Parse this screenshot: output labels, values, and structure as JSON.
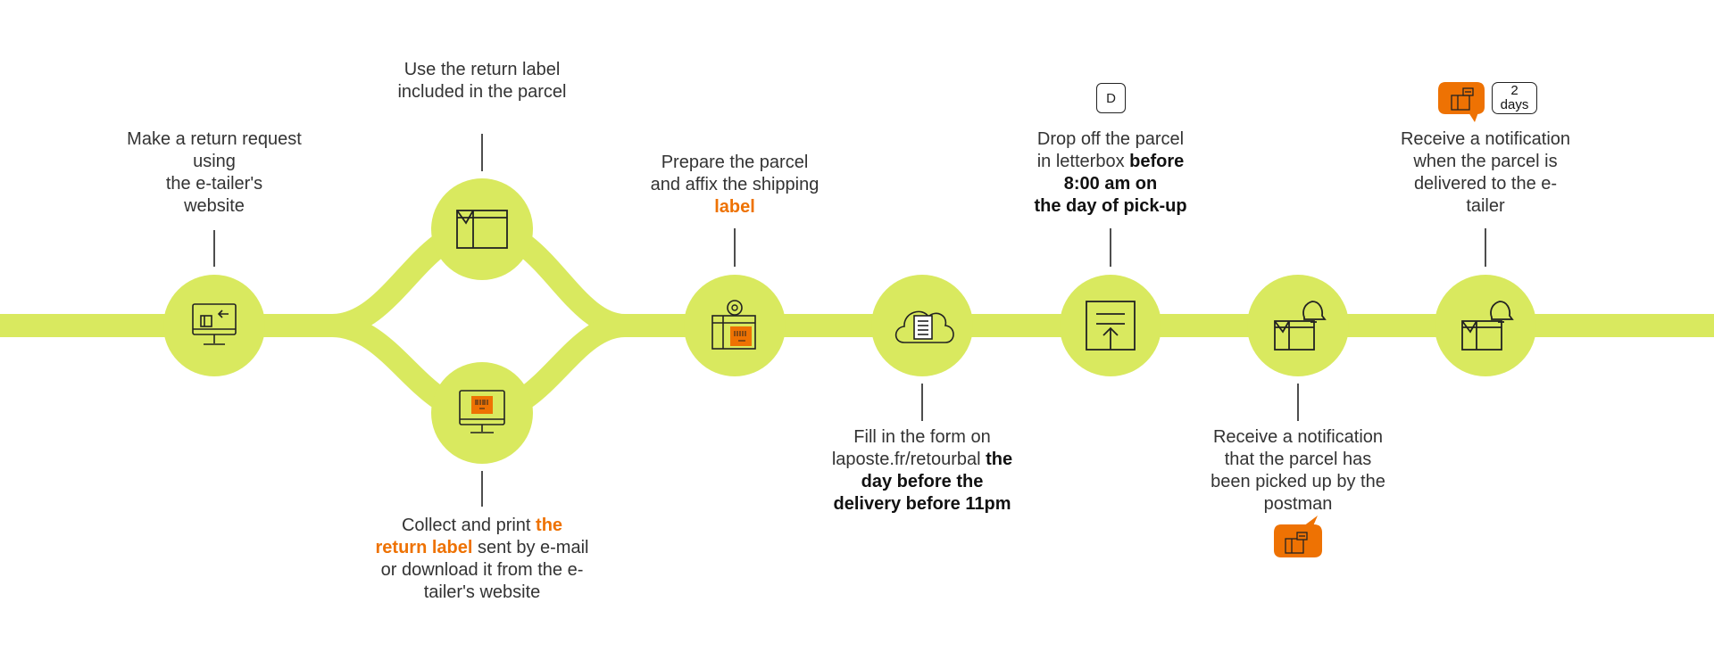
{
  "colors": {
    "track": "#d9e95f",
    "accent": "#ee7203",
    "icon": "#222222",
    "text": "#333333"
  },
  "steps": {
    "request": {
      "l1": "Make a return request",
      "l2": "using",
      "l3": "the e-tailer's",
      "l4": "website",
      "icon": "computer-return-icon"
    },
    "use_label": {
      "l1": "Use the return label",
      "l2": "included in the parcel",
      "icon": "open-box-icon"
    },
    "print_label": {
      "p1": "Collect and print ",
      "p1_hl": "the",
      "p2_hl": "return label",
      "p2": " sent by e-mail",
      "l3": "or download it from the e-",
      "l4": "tailer's website",
      "icon": "computer-label-icon"
    },
    "prepare": {
      "l1": "Prepare the parcel",
      "l2": "and affix the shipping",
      "l3_hl": "label",
      "icon": "parcel-label-icon"
    },
    "form": {
      "l1": "Fill in the form on",
      "l2": "laposte.fr/retourbal",
      "l2_b": " the",
      "l3_b": "day before the",
      "l4_b": "delivery before 11pm",
      "icon": "cloud-document-icon"
    },
    "dropoff": {
      "badge": "D",
      "l1": "Drop off the parcel",
      "l2": "in letterbox ",
      "l2_b": "before",
      "l3_b": "8:00 am on",
      "l4_b": "the day of pick-up",
      "icon": "letterbox-icon"
    },
    "pickup_notice": {
      "l1": "Receive a notification",
      "l2": "that the parcel has",
      "l3": "been picked up by the",
      "l4": "postman",
      "icon": "box-bell-icon"
    },
    "delivered_notice": {
      "badge_num": "2",
      "badge_unit": "days",
      "l1": "Receive a notification",
      "l2": "when the parcel is",
      "l3": "delivered to the e-",
      "l4": "tailer",
      "icon": "box-bell-icon"
    }
  }
}
